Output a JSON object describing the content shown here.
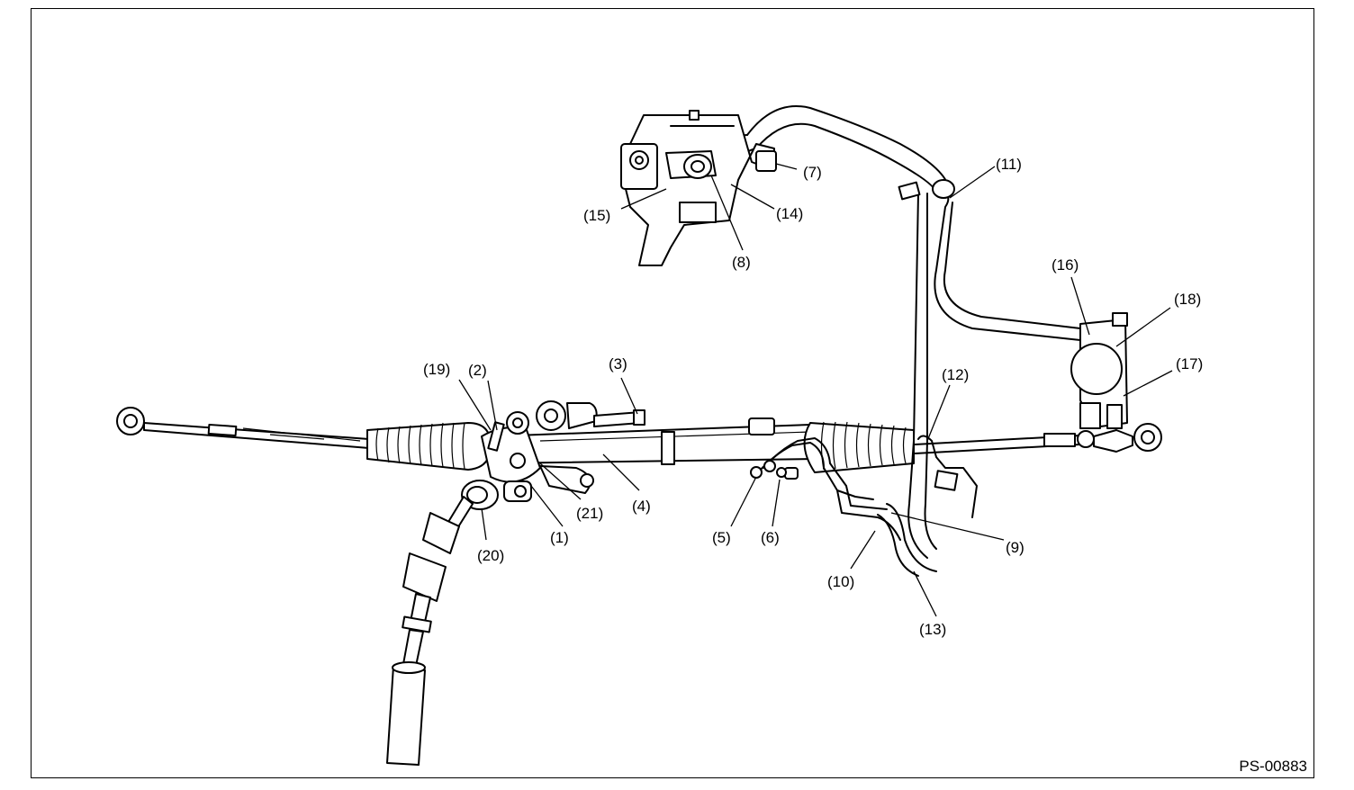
{
  "figure_id": "PS-00883",
  "callouts": [
    "(1)",
    "(2)",
    "(3)",
    "(4)",
    "(5)",
    "(6)",
    "(7)",
    "(8)",
    "(9)",
    "(10)",
    "(11)",
    "(12)",
    "(13)",
    "(14)",
    "(15)",
    "(16)",
    "(17)",
    "(18)",
    "(19)",
    "(20)",
    "(21)"
  ]
}
